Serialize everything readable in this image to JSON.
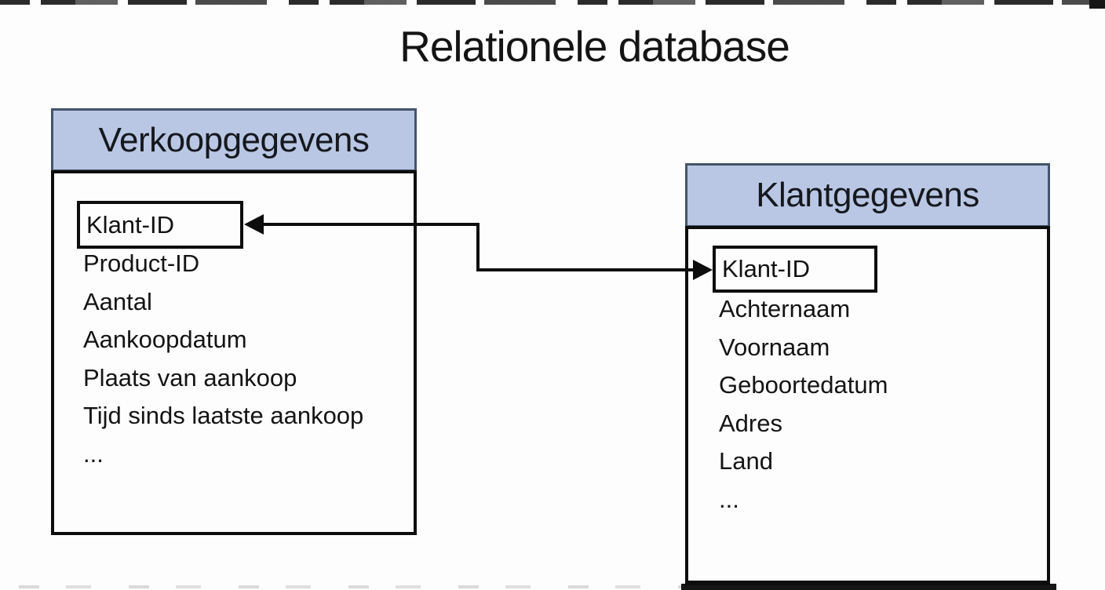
{
  "title": "Relationele database",
  "tables": {
    "left": {
      "title": "Verkoopgegevens",
      "key_field": "Klant-ID",
      "fields": [
        "Product-ID",
        "Aantal",
        "Aankoopdatum",
        "Plaats van aankoop",
        "Tijd sinds laatste aankoop",
        "..."
      ]
    },
    "right": {
      "title": "Klantgegevens",
      "key_field": "Klant-ID",
      "fields": [
        "Achternaam",
        "Voornaam",
        "Geboortedatum",
        "Adres",
        "Land",
        "..."
      ]
    }
  },
  "relationship": {
    "from": "Verkoopgegevens.Klant-ID",
    "to": "Klantgegevens.Klant-ID"
  },
  "colors": {
    "header_fill": "#b9c7e4",
    "header_border": "#44546a",
    "line": "#0d0d0d",
    "background": "#fdfdfd"
  }
}
